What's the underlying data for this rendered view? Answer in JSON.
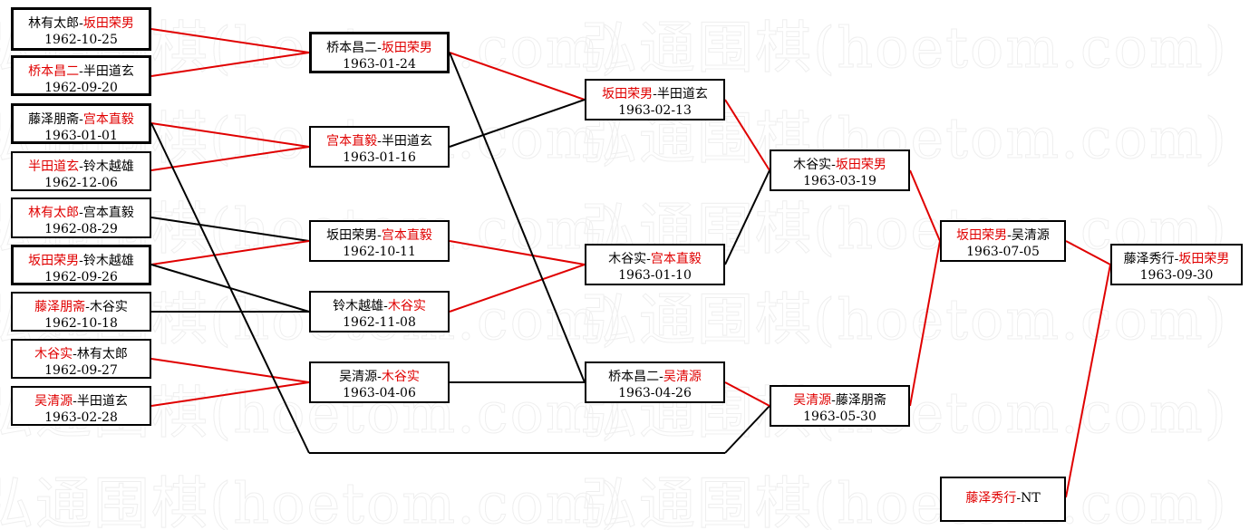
{
  "colors": {
    "winner": "#e00000",
    "line_win": "#e00000",
    "line_loss": "#000000",
    "border": "#000000"
  },
  "watermark_text": "弘通围棋(hoetom.com)",
  "matches": [
    {
      "id": "r1_1",
      "p1": "林有太郎",
      "p2": "坂田荣男",
      "winner": 2,
      "date": "1962-10-25"
    },
    {
      "id": "r1_2",
      "p1": "桥本昌二",
      "p2": "半田道玄",
      "winner": 1,
      "date": "1962-09-20"
    },
    {
      "id": "r1_3",
      "p1": "藤泽朋斋",
      "p2": "宫本直毅",
      "winner": 2,
      "date": "1963-01-01"
    },
    {
      "id": "r1_4",
      "p1": "半田道玄",
      "p2": "铃木越雄",
      "winner": 1,
      "date": "1962-12-06"
    },
    {
      "id": "r1_5",
      "p1": "林有太郎",
      "p2": "宫本直毅",
      "winner": 1,
      "date": "1962-08-29"
    },
    {
      "id": "r1_6",
      "p1": "坂田荣男",
      "p2": "铃木越雄",
      "winner": 1,
      "date": "1962-09-26"
    },
    {
      "id": "r1_7",
      "p1": "藤泽朋斋",
      "p2": "木谷实",
      "winner": 1,
      "date": "1962-10-18"
    },
    {
      "id": "r1_8",
      "p1": "木谷实",
      "p2": "林有太郎",
      "winner": 1,
      "date": "1962-09-27"
    },
    {
      "id": "r1_9",
      "p1": "吴清源",
      "p2": "半田道玄",
      "winner": 1,
      "date": "1963-02-28"
    },
    {
      "id": "r2_1",
      "p1": "桥本昌二",
      "p2": "坂田荣男",
      "winner": 2,
      "date": "1963-01-24"
    },
    {
      "id": "r2_2",
      "p1": "宫本直毅",
      "p2": "半田道玄",
      "winner": 1,
      "date": "1963-01-16"
    },
    {
      "id": "r2_3",
      "p1": "坂田荣男",
      "p2": "宫本直毅",
      "winner": 2,
      "date": "1962-10-11"
    },
    {
      "id": "r2_4",
      "p1": "铃木越雄",
      "p2": "木谷实",
      "winner": 2,
      "date": "1962-11-08"
    },
    {
      "id": "r2_5",
      "p1": "吴清源",
      "p2": "木谷实",
      "winner": 2,
      "date": "1963-04-06"
    },
    {
      "id": "r3_1",
      "p1": "坂田荣男",
      "p2": "半田道玄",
      "winner": 1,
      "date": "1963-02-13"
    },
    {
      "id": "r3_2",
      "p1": "木谷实",
      "p2": "宫本直毅",
      "winner": 2,
      "date": "1963-01-10"
    },
    {
      "id": "r3_3",
      "p1": "桥本昌二",
      "p2": "吴清源",
      "winner": 2,
      "date": "1963-04-26"
    },
    {
      "id": "r4_1",
      "p1": "木谷实",
      "p2": "坂田荣男",
      "winner": 2,
      "date": "1963-03-19"
    },
    {
      "id": "r4_2",
      "p1": "吴清源",
      "p2": "藤泽朋斋",
      "winner": 1,
      "date": "1963-05-30"
    },
    {
      "id": "r5_1",
      "p1": "坂田荣男",
      "p2": "吴清源",
      "winner": 1,
      "date": "1963-07-05"
    },
    {
      "id": "r5_2",
      "p1": "藤泽秀行",
      "p2": "NT",
      "winner": 1,
      "date": ""
    },
    {
      "id": "r6_1",
      "p1": "藤泽秀行",
      "p2": "坂田荣男",
      "winner": 2,
      "date": "1963-09-30"
    }
  ]
}
